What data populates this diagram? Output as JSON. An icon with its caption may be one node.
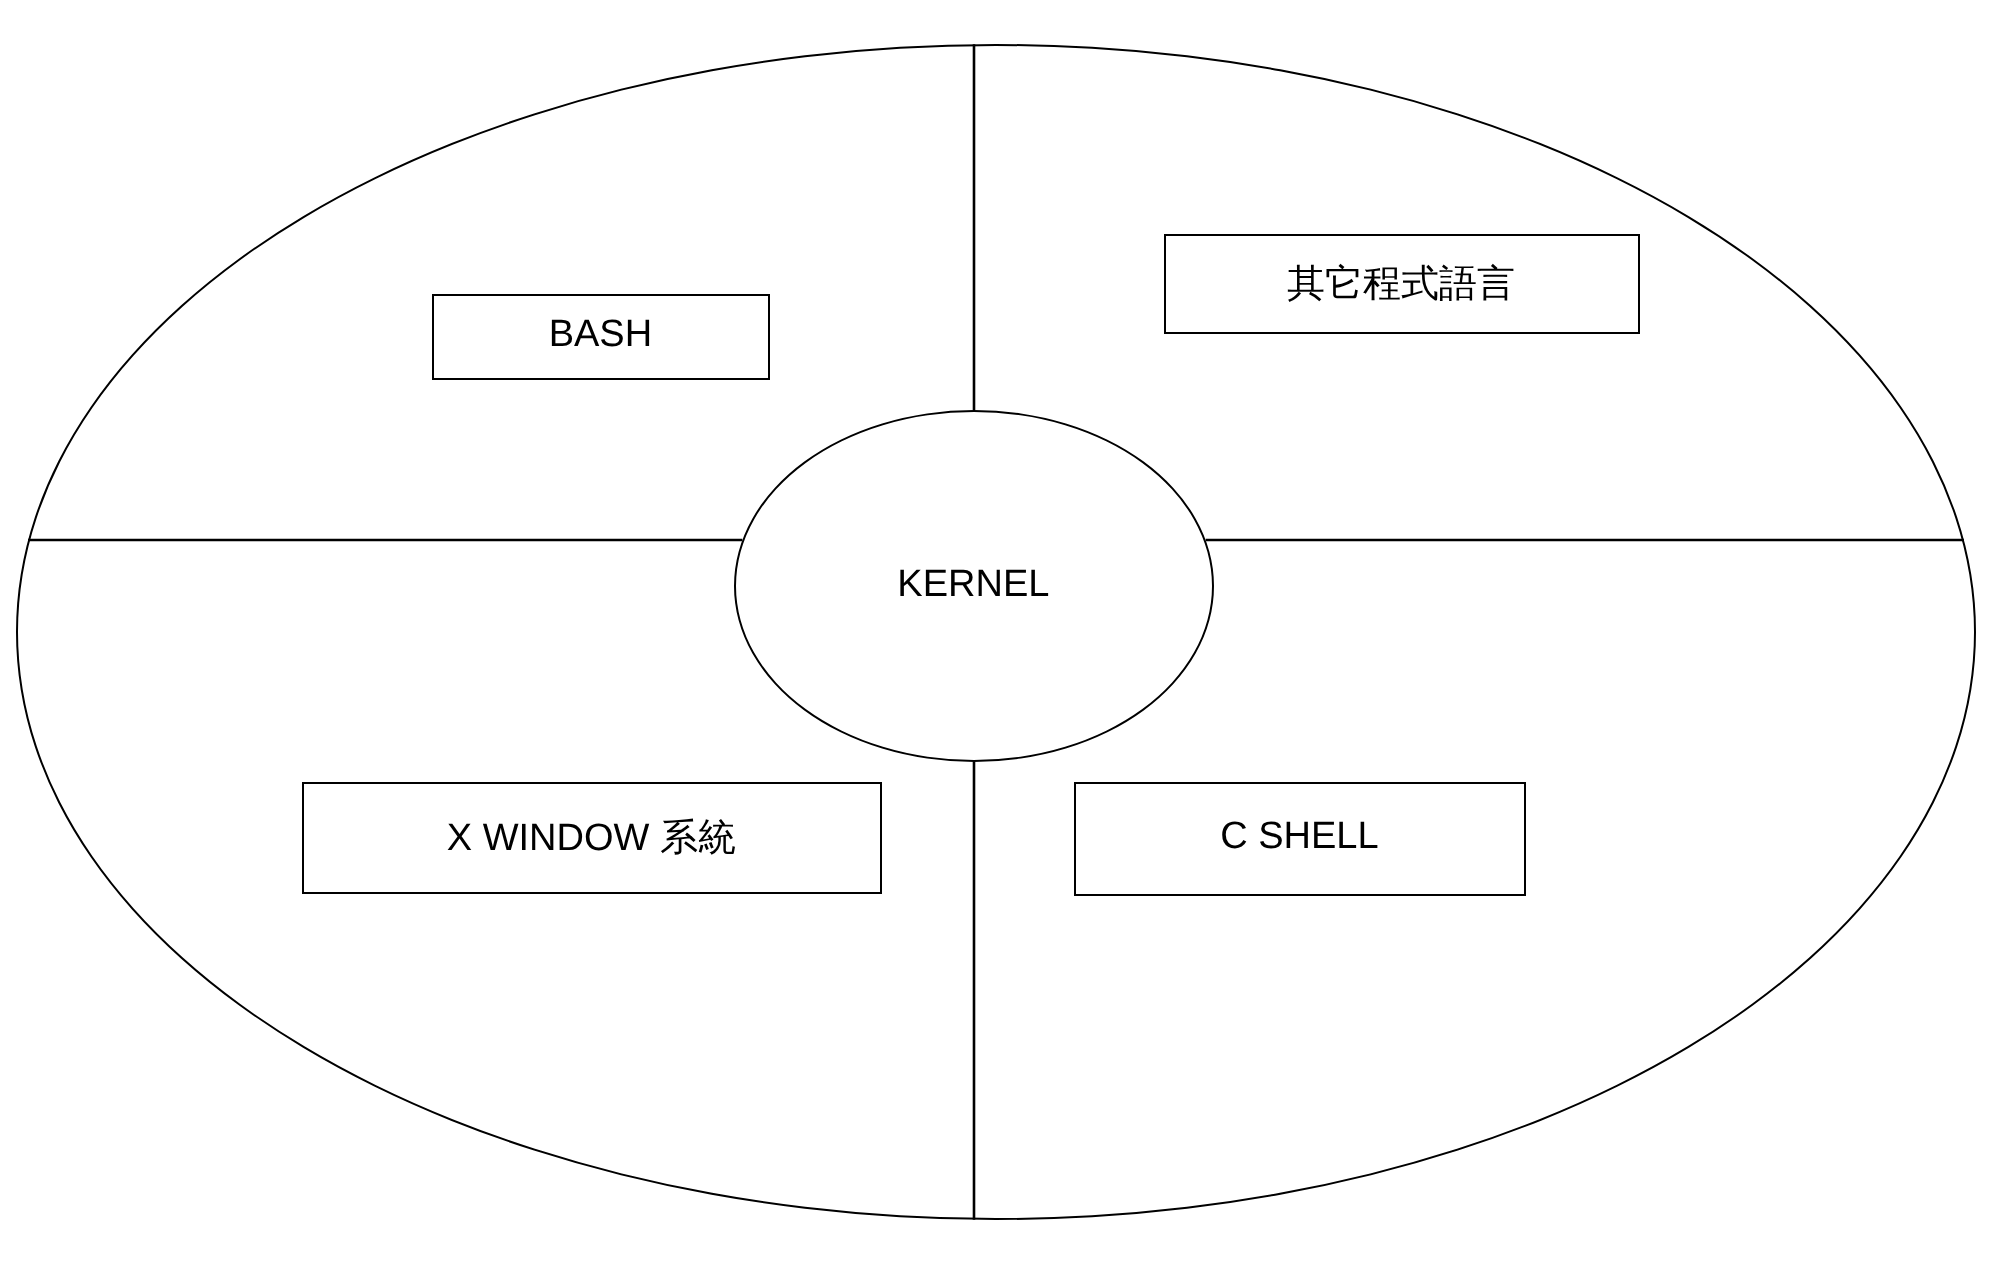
{
  "diagram": {
    "nodes": [
      {
        "text": [],
        "shape": "ellipse"
      },
      {
        "text": [
          "BASH"
        ],
        "in": 0
      },
      {
        "text": [
          "其它程式語言"
        ],
        "in": 0
      },
      {
        "text": [
          "KERNEL"
        ],
        "in": 0
      },
      {
        "text": [
          "X WINDOW 系統"
        ],
        "in": 0
      },
      {
        "text": [
          "C SHELL"
        ],
        "in": 0
      }
    ],
    "edges": [
      {
        "from": 3,
        "to": 0,
        "arrow": "none"
      },
      {
        "from": 3,
        "to": 0,
        "arrow": "none"
      },
      {
        "from": 3,
        "to": 0,
        "arrow": "none"
      },
      {
        "from": 3,
        "to": 0,
        "arrow": "none"
      }
    ]
  }
}
